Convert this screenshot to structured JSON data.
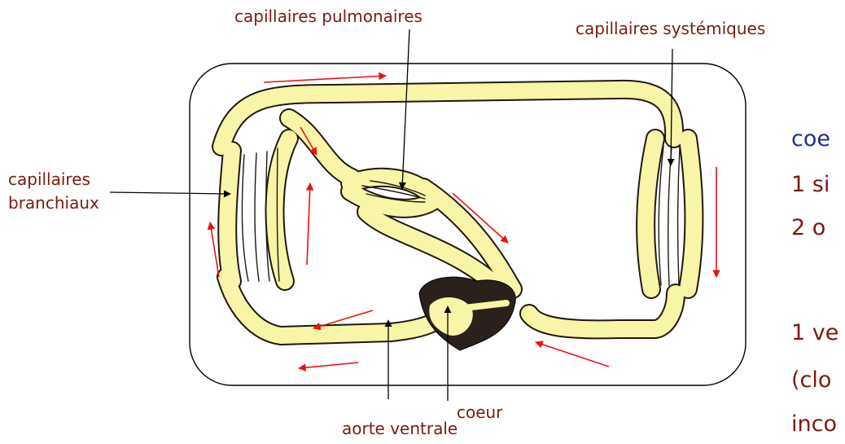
{
  "labels": {
    "pulmonary_capillaries": "capillaires pulmonaires",
    "systemic_capillaries": "capillaires systémiques",
    "branchial_capillaries_line1": "capillaires",
    "branchial_capillaries_line2": "branchiaux",
    "heart": "coeur",
    "ventral_aorta": "aorte ventrale"
  },
  "side_text": {
    "line1": "coe",
    "line2": "1 si",
    "line3": "2 o",
    "line4": "1 ve",
    "line5": "(clo",
    "line6": "inco"
  },
  "colors": {
    "label": "#7a1a12",
    "side_heading": "#1f2f8a",
    "vessel_fill": "#f8f4a8",
    "vessel_outline": "#1f1a10",
    "flow_arrow": "#ee1111",
    "pointer": "#000000",
    "heart": "#2a211c"
  }
}
